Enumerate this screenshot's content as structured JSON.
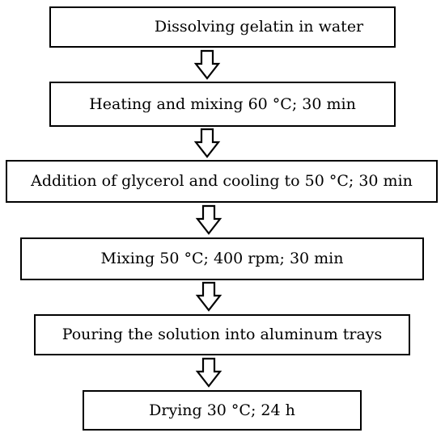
{
  "flowchart": {
    "steps": [
      {
        "label": "Dissolving gelatin in water"
      },
      {
        "label": "Heating and mixing 60 °C; 30 min"
      },
      {
        "label": "Addition of glycerol and cooling to 50 °C; 30 min"
      },
      {
        "label": "Mixing 50 °C; 400 rpm; 30 min"
      },
      {
        "label": "Pouring the solution into aluminum trays"
      },
      {
        "label": "Drying 30 °C; 24 h"
      }
    ]
  },
  "colors": {
    "stroke": "#000000",
    "background": "#ffffff"
  }
}
